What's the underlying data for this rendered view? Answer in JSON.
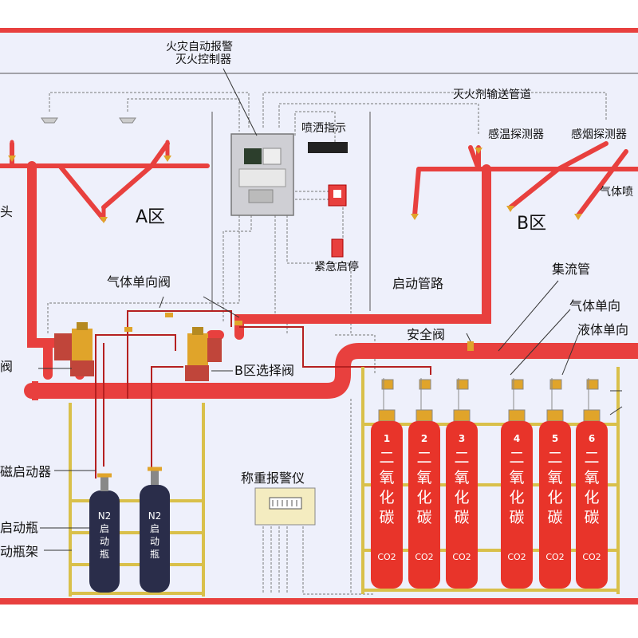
{
  "labels": {
    "controller": [
      "火灾自动报警",
      "灭火控制器"
    ],
    "agent_pipe": "灭火剂输送管道",
    "spray_indicator": "喷洒指示",
    "heat_detector": "感温探测器",
    "smoke_detector": "感烟探测器",
    "zone_a": "A区",
    "zone_b": "B区",
    "nozzle_left": "头",
    "gas_right": "气体喷",
    "emergency_stop": "紧急启停",
    "check_valve_gas": "气体单向阀",
    "start_line": "启动管路",
    "manifold": "集流管",
    "gas_check_right": "气体单向",
    "liquid_check_right": "液体单向",
    "safety_valve": "安全阀",
    "valve_left": "阀",
    "b_select_valve": "B区选择阀",
    "magnet_starter": "磁启动器",
    "weigh_alarm": "称重报警仪",
    "start_bottle": "启动瓶",
    "bottle_rack": "动瓶架"
  },
  "cylinders": [
    {
      "num": "1",
      "text": [
        "二",
        "氧",
        "化",
        "碳"
      ],
      "co2": "CO2"
    },
    {
      "num": "2",
      "text": [
        "二",
        "氧",
        "化",
        "碳"
      ],
      "co2": "CO2"
    },
    {
      "num": "3",
      "text": [
        "二",
        "氧",
        "化",
        "碳"
      ],
      "co2": "CO2"
    },
    {
      "num": "4",
      "text": [
        "二",
        "氧",
        "化",
        "碳"
      ],
      "co2": "CO2"
    },
    {
      "num": "5",
      "text": [
        "二",
        "氧",
        "化",
        "碳"
      ],
      "co2": "CO2"
    },
    {
      "num": "6",
      "text": [
        "二",
        "氧",
        "化",
        "碳"
      ],
      "co2": "CO2"
    }
  ],
  "n2_bottles": [
    {
      "text": [
        "N2",
        "启",
        "动",
        "瓶"
      ]
    },
    {
      "text": [
        "N2",
        "启",
        "动",
        "瓶"
      ]
    }
  ],
  "colors": {
    "pipe": "#e8403e",
    "cylinder": "#e8342a",
    "n2": "#2a2d4a",
    "rack": "#d9c04a",
    "border": "#e8403e",
    "room": "#eef0fb"
  }
}
